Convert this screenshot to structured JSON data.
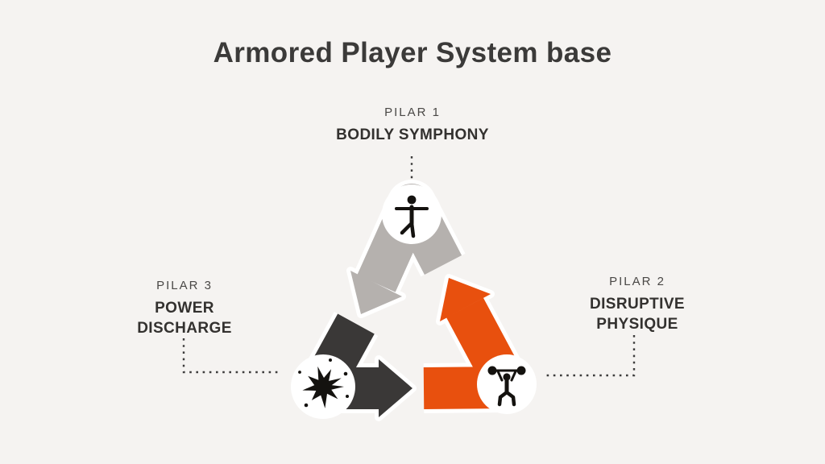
{
  "title": "Armored Player System base",
  "pillars": [
    {
      "id": "PILAR 1",
      "name": "BODILY SYMPHONY",
      "icon": "balance-person-icon",
      "color": "#b5b1ae"
    },
    {
      "id": "PILAR 2",
      "name": "DISRUPTIVE PHYSIQUE",
      "icon": "weightlifter-icon",
      "color": "#e8500e"
    },
    {
      "id": "PILAR 3",
      "name": "POWER DISCHARGE",
      "icon": "ink-splatter-icon",
      "color": "#3a3837"
    }
  ],
  "colors": {
    "background": "#f5f3f1",
    "title_text": "#3b3a39",
    "label_text": "#3d3c3c",
    "leader_dots": "#3d3c3c",
    "circle_fill": "#ffffff",
    "icon": "#14120f"
  },
  "diagram": {
    "shape": "triangle-cycle",
    "segments": 3
  }
}
